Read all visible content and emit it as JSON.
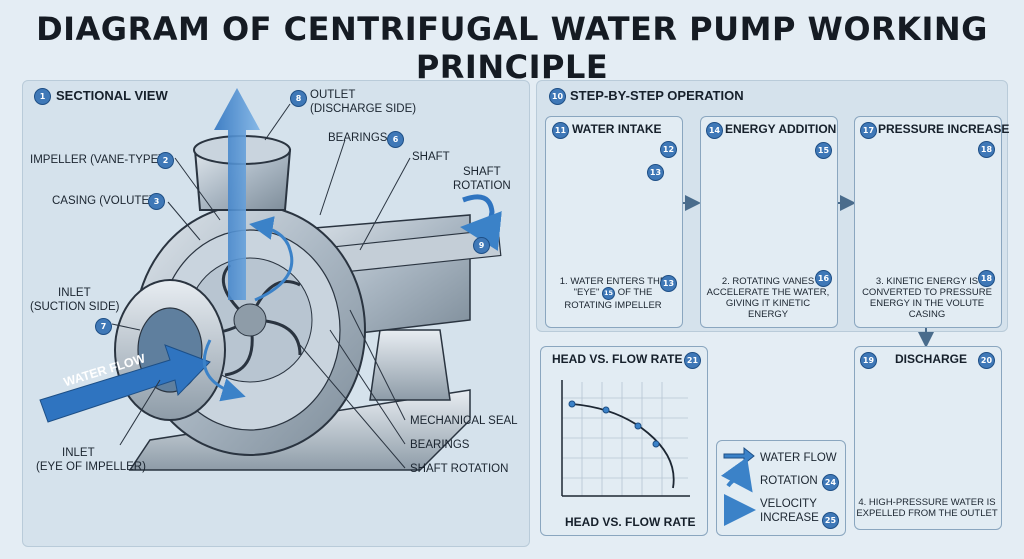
{
  "title": "DIAGRAM OF CENTRIFUGAL WATER PUMP WORKING PRINCIPLE",
  "sectional": {
    "header": "SECTIONAL VIEW",
    "badge": "1",
    "labels": {
      "outlet": "OUTLET",
      "outlet2": "(DISCHARGE SIDE)",
      "outlet_badge": "8",
      "bearings_top": "BEARINGS",
      "bearings_top_badge": "6",
      "shaft": "SHAFT",
      "shaft_rotation": "SHAFT",
      "shaft_rotation2": "ROTATION",
      "shaft_rotation_badge": "9",
      "impeller": "IMPELLER (VANE-TYPE)",
      "impeller_badge": "2",
      "casing": "CASING (VOLUTE)",
      "casing_badge": "3",
      "inlet": "INLET",
      "inlet2": "(SUCTION SIDE)",
      "inlet_badge": "7",
      "water_flow": "WATER FLOW",
      "inlet_eye": "INLET",
      "inlet_eye2": "(EYE OF IMPELLER)",
      "mech_seal": "MECHANICAL SEAL",
      "bearings_bottom": "BEARINGS",
      "shaft_rot_bottom": "SHAFT ROTATION"
    }
  },
  "steps": {
    "header": "STEP-BY-STEP OPERATION",
    "badge": "10",
    "intake": {
      "title": "WATER INTAKE",
      "badge": "11",
      "b1": "12",
      "b2": "13",
      "text1": "1. WATER ENTERS THE",
      "text2a": "\"EYE\"",
      "text2b": "OF THE",
      "text3": "ROTATING IMPELLER",
      "inline_badge": "15",
      "text_badge": "13"
    },
    "energy": {
      "title": "ENERGY ADDITION",
      "badge": "14",
      "b1": "15",
      "text1": "2. ROTATING VANES",
      "text2": "ACCELERATE THE WATER,",
      "text3": "GIVING IT KINETIC",
      "text4": "ENERGY",
      "text_badge": "16"
    },
    "pressure": {
      "title": "PRESSURE INCREASE",
      "badge": "17",
      "b1": "18",
      "text1": "3. KINETIC ENERGY IS",
      "text2": "CONVERTED TO PRESSURE",
      "text3": "ENERGY IN THE VOLUTE",
      "text4": "CASING",
      "text_badge": "18"
    },
    "discharge": {
      "title": "DISCHARGE",
      "badge": "19",
      "b2": "20",
      "text1": "4. HIGH-PRESSURE WATER IS",
      "text2": "EXPELLED FROM THE OUTLET"
    }
  },
  "chart": {
    "title": "HEAD VS. FLOW RATE",
    "badge": "21",
    "xlabel": "HEAD VS. FLOW RATE"
  },
  "legend": {
    "water_flow": "WATER FLOW",
    "rotation": "ROTATION",
    "rotation_badge": "24",
    "velocity": "VELOCITY",
    "velocity2": "INCREASE",
    "velocity_badge": "25"
  },
  "colors": {
    "flow_blue": "#3b82c8",
    "metal": "#a9b6c2",
    "badge_blue": "#3f78b7"
  }
}
